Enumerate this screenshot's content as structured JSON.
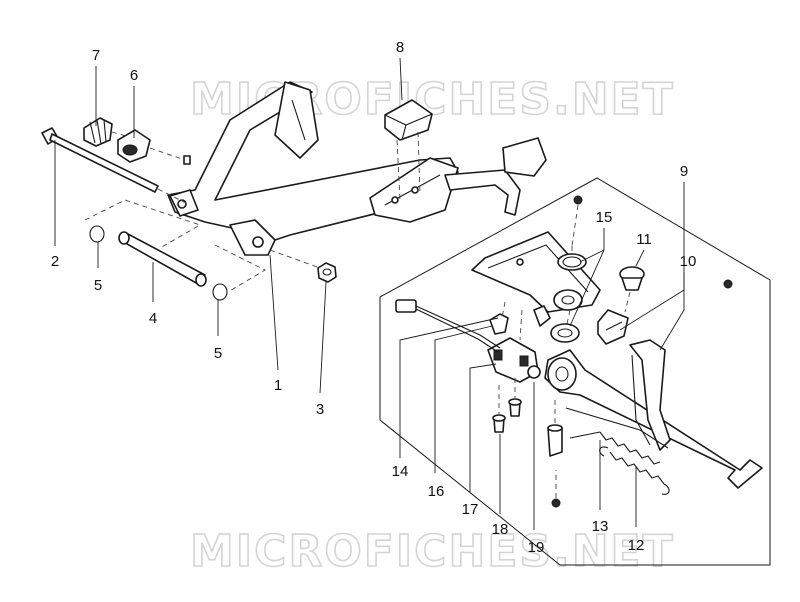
{
  "watermark": {
    "top": "MICROFICHES.NET",
    "bottom": "MICROFICHES.NET"
  },
  "callouts": [
    {
      "id": "1",
      "label": "1"
    },
    {
      "id": "2",
      "label": "2"
    },
    {
      "id": "3",
      "label": "3"
    },
    {
      "id": "4",
      "label": "4"
    },
    {
      "id": "5a",
      "label": "5"
    },
    {
      "id": "5b",
      "label": "5"
    },
    {
      "id": "6",
      "label": "6"
    },
    {
      "id": "7",
      "label": "7"
    },
    {
      "id": "8",
      "label": "8"
    },
    {
      "id": "9",
      "label": "9"
    },
    {
      "id": "10",
      "label": "10"
    },
    {
      "id": "11",
      "label": "11"
    },
    {
      "id": "12",
      "label": "12"
    },
    {
      "id": "13",
      "label": "13"
    },
    {
      "id": "14",
      "label": "14"
    },
    {
      "id": "15",
      "label": "15"
    },
    {
      "id": "16",
      "label": "16"
    },
    {
      "id": "17",
      "label": "17"
    },
    {
      "id": "18",
      "label": "18"
    },
    {
      "id": "19",
      "label": "19"
    }
  ]
}
